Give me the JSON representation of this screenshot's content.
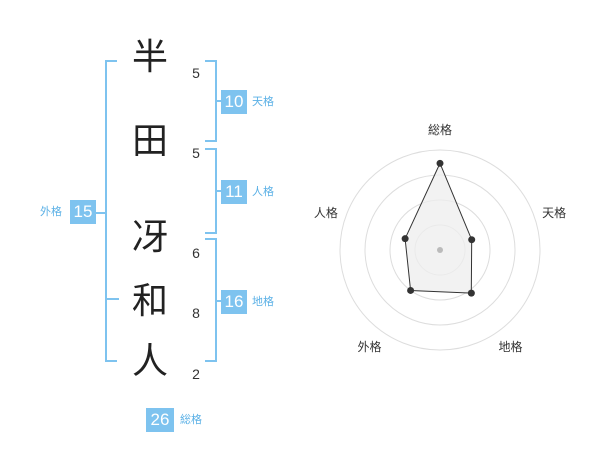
{
  "name": {
    "chars": [
      "半",
      "田",
      "冴",
      "和",
      "人"
    ],
    "strokes": [
      "5",
      "5",
      "6",
      "8",
      "2"
    ]
  },
  "fortune": {
    "tenkaku": {
      "value": "10",
      "label": "天格"
    },
    "jinkaku": {
      "value": "11",
      "label": "人格"
    },
    "chikaku": {
      "value": "16",
      "label": "地格"
    },
    "gaikaku": {
      "value": "15",
      "label": "外格"
    },
    "soukaku": {
      "value": "26",
      "label": "総格"
    }
  },
  "chart_data": {
    "type": "radar",
    "axes": [
      "総格",
      "天格",
      "地格",
      "外格",
      "人格"
    ],
    "values": [
      26,
      10,
      16,
      15,
      11
    ],
    "rings": 4,
    "colors": {
      "accent": "#7ec3ef",
      "fill": "#eeeeee",
      "line": "#333333",
      "grid": "#dddddd"
    }
  }
}
